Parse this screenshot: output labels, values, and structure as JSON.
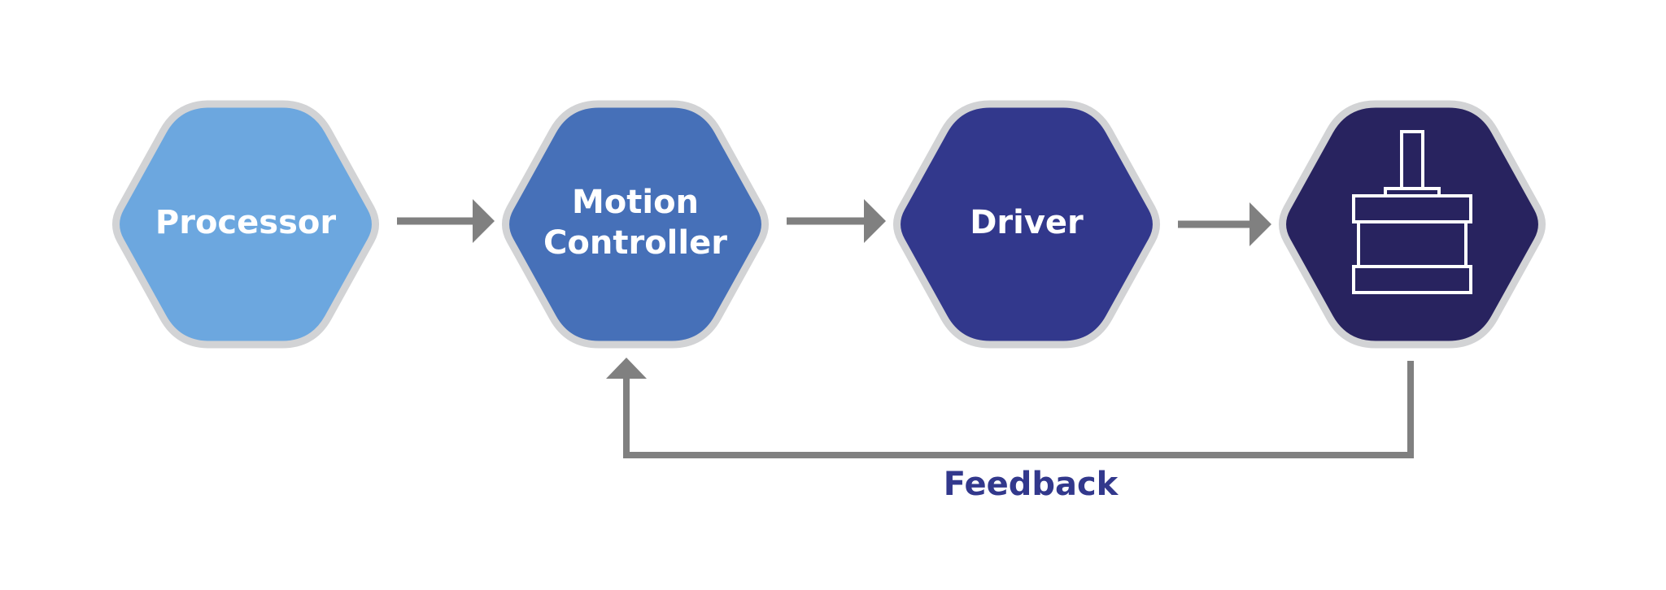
{
  "diagram": {
    "title": "Motion control loop",
    "nodes": [
      {
        "id": "processor",
        "label_lines": [
          "Processor"
        ],
        "fill": "#6CA7DF",
        "icon": null
      },
      {
        "id": "motion-controller",
        "label_lines": [
          "Motion",
          "Controller"
        ],
        "fill": "#4670B8",
        "icon": null
      },
      {
        "id": "driver",
        "label_lines": [
          "Driver"
        ],
        "fill": "#32388C",
        "icon": null
      },
      {
        "id": "motor",
        "label_lines": [],
        "fill": "#28235F",
        "icon": "stepper-motor-icon"
      }
    ],
    "edges": [
      {
        "from": "processor",
        "to": "motion-controller",
        "type": "forward"
      },
      {
        "from": "motion-controller",
        "to": "driver",
        "type": "forward"
      },
      {
        "from": "driver",
        "to": "motor",
        "type": "forward"
      },
      {
        "from": "motor",
        "to": "motion-controller",
        "type": "feedback",
        "label": "Feedback"
      }
    ],
    "feedback_label": "Feedback",
    "colors": {
      "hex_border": "#D2D3D5",
      "arrow": "#808080",
      "feedback_text": "#32388C",
      "icon_stroke": "#FFFFFF"
    }
  }
}
